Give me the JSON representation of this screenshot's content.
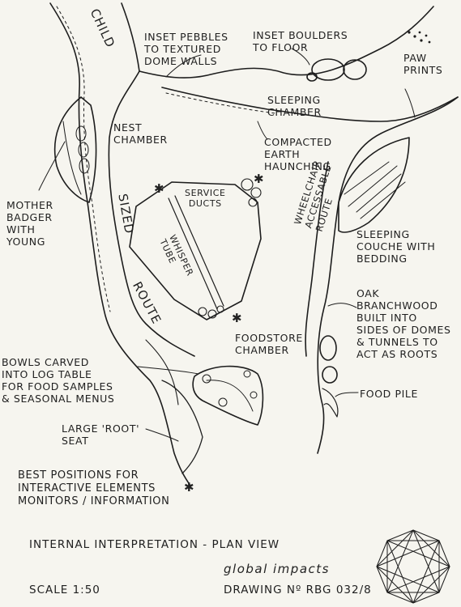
{
  "labels": {
    "child": "CHILD",
    "sized": "SIZED",
    "route": "ROUTE",
    "inset_pebbles": "INSET PEBBLES\nTO TEXTURED\nDOME WALLS",
    "inset_boulders": "INSET BOULDERS\nTO FLOOR",
    "paw_prints": "PAW\nPRINTS",
    "sleeping_chamber": "SLEEPING\nCHAMBER",
    "nest_chamber": "NEST\nCHAMBER",
    "compacted": "COMPACTED\nEARTH\nHAUNCHING",
    "mother_badger": "MOTHER\nBADGER\nWITH\nYOUNG",
    "service_ducts": "SERVICE\nDUCTS",
    "whisper_tube": "WHISPER\nTUBE",
    "wheelchair": "WHEELCHAIR\nACCESSABLE\nROUTE",
    "sleeping_couche": "SLEEPING\nCOUCHE WITH\nBEDDING",
    "oak": "OAK\nBRANCHWOOD\nBUILT INTO\nSIDES OF DOMES\n& TUNNELS TO\nACT AS ROOTS",
    "foodstore": "FOODSTORE\nCHAMBER",
    "bowls": "BOWLS CARVED\nINTO LOG TABLE\nFOR FOOD SAMPLES\n& SEASONAL MENUS",
    "food_pile": "FOOD PILE",
    "root_seat": "LARGE 'ROOT'\nSEAT",
    "best_positions": "BEST POSITIONS FOR\nINTERACTIVE ELEMENTS\nMONITORS / INFORMATION"
  },
  "footer": {
    "title": "INTERNAL INTERPRETATION - PLAN VIEW",
    "brand": "global impacts",
    "scale": "SCALE 1:50",
    "drawing": "DRAWING Nº RBG 032/8"
  },
  "icons": {
    "asterisk": "✱"
  },
  "colors": {
    "ink": "#1d1d1d",
    "paper": "#f6f5ef"
  }
}
